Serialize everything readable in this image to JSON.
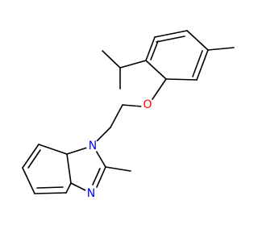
{
  "structure": {
    "atoms": {
      "oxygen": {
        "label": "O",
        "color": "#ff0000"
      },
      "n_alkyl": {
        "label": "N",
        "color": "#0000ff"
      },
      "n_imine": {
        "label": "N",
        "color": "#0000ff"
      }
    },
    "bond_color": "#000000"
  }
}
